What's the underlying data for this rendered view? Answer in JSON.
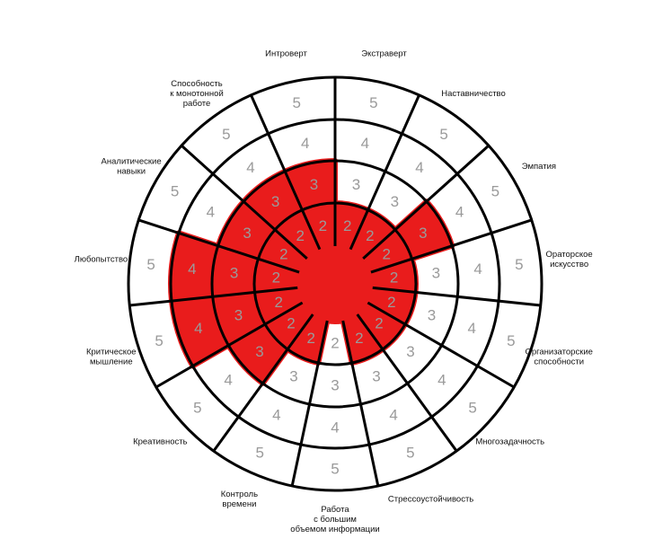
{
  "ring_levels": [
    "2",
    "3",
    "4",
    "5"
  ],
  "sectors": [
    {
      "label": [
        "Экстраверт"
      ],
      "value": 2
    },
    {
      "label": [
        "Наставничество"
      ],
      "value": 2
    },
    {
      "label": [
        "Эмпатия"
      ],
      "value": 3
    },
    {
      "label": [
        "Ораторское",
        "искусство"
      ],
      "value": 2
    },
    {
      "label": [
        "Организаторские",
        "способности"
      ],
      "value": 2
    },
    {
      "label": [
        "Многозадачность"
      ],
      "value": 2
    },
    {
      "label": [
        "Стрессоустойчивость"
      ],
      "value": 2
    },
    {
      "label": [
        "Работа",
        "с большим",
        "объемом информации"
      ],
      "value": 1
    },
    {
      "label": [
        "Контроль",
        "времени"
      ],
      "value": 2
    },
    {
      "label": [
        "Креативность"
      ],
      "value": 3
    },
    {
      "label": [
        "Критическое",
        "мышление"
      ],
      "value": 4
    },
    {
      "label": [
        "Любопытство"
      ],
      "value": 4
    },
    {
      "label": [
        "Аналитические",
        "навыки"
      ],
      "value": 3
    },
    {
      "label": [
        "Способность",
        "к монотонной",
        "работе"
      ],
      "value": 3
    },
    {
      "label": [
        "Интроверт"
      ],
      "value": 3
    }
  ],
  "colors": {
    "fill": "#e91c1c",
    "lines": "#000000",
    "numbers": "#9a9a9a"
  }
}
